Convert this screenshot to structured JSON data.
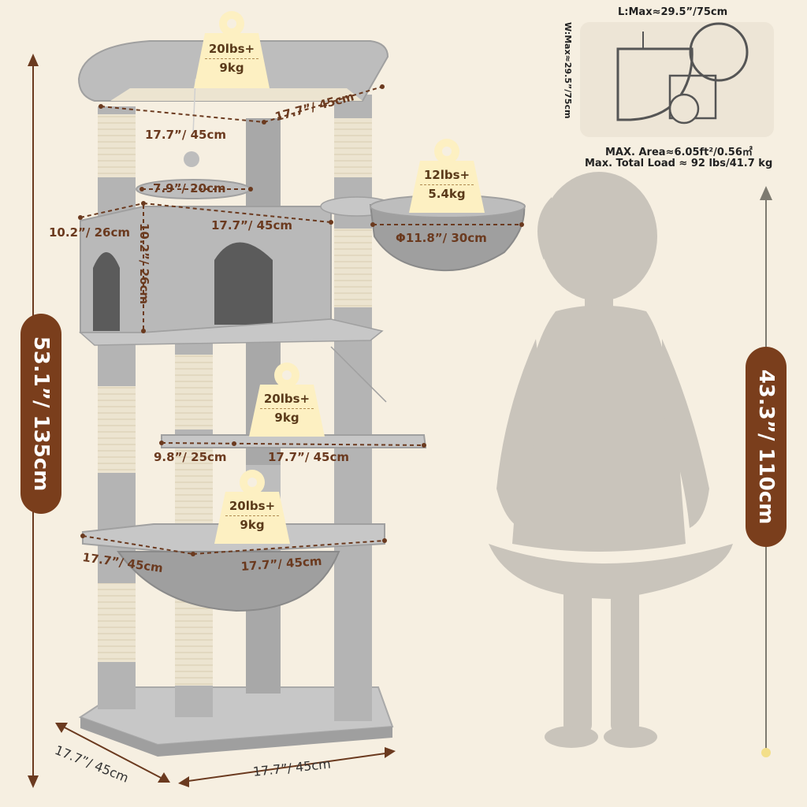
{
  "dimensions": {
    "total_height": "53.1”/ 135cm",
    "child_height": "43.3”/ 110cm",
    "top_left": "17.7”/ 45cm",
    "top_right": "17.7”/ 45cm",
    "ball_platform": "7.9”/ 20cm",
    "condo_depth": "10.2”/ 26cm",
    "condo_height": "10.2”/ 26cm",
    "condo_width": "17.7”/ 45cm",
    "basket": "Φ11.8”/ 30cm",
    "mid_depth": "9.8”/ 25cm",
    "mid_width": "17.7”/ 45cm",
    "hammock_left": "17.7”/ 45cm",
    "hammock_right": "17.7”/ 45cm",
    "base_left": "17.7”/ 45cm",
    "base_bottom": "17.7”/ 45cm"
  },
  "weights": [
    {
      "lbs": "20lbs+",
      "kg": "9kg"
    },
    {
      "lbs": "12lbs+",
      "kg": "5.4kg"
    },
    {
      "lbs": "20lbs+",
      "kg": "9kg"
    },
    {
      "lbs": "20lbs+",
      "kg": "9kg"
    }
  ],
  "footprint": {
    "length": "L:Max≈29.5”/75cm",
    "width": "W:Max≈29.5”/75cm",
    "area": "MAX. Area≈6.05ft²/0.56㎡",
    "load": "Max. Total Load ≈ 92 lbs/41.7 kg"
  },
  "colors": {
    "background": "#f6efe1",
    "accent_brown": "#7a3e1c",
    "plush_gray": "#bdbdbd",
    "sisal": "#ece4d0",
    "weight_tag": "#fdf0c2",
    "silhouette": "#c9c4bb"
  }
}
